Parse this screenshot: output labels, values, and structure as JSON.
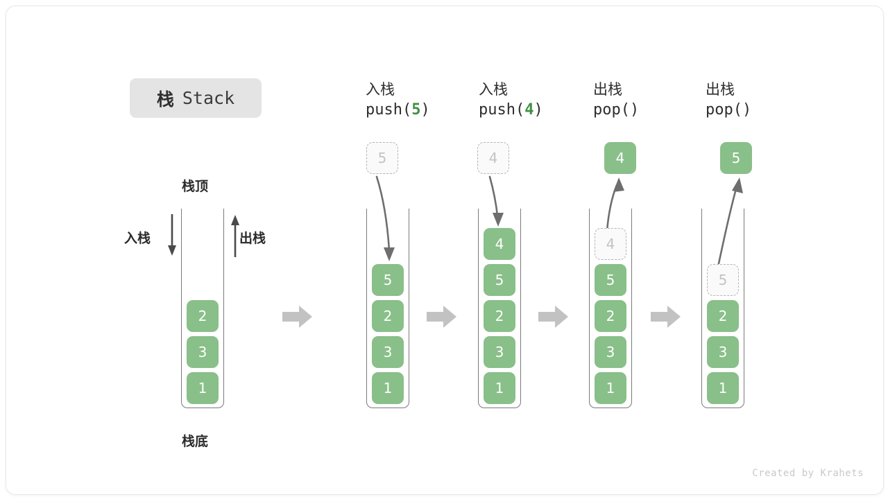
{
  "title": {
    "cn": "栈",
    "en": "Stack",
    "badge_bg": "#e4e4e4"
  },
  "labels": {
    "top": "栈顶",
    "bottom": "栈底",
    "push": "入栈",
    "pop": "出栈"
  },
  "colors": {
    "cell_fill": "#89bf89",
    "cell_text": "#ffffff",
    "ghost_fill": "#fafafa",
    "ghost_border": "#b4b4b4",
    "ghost_text": "#c3c3c3",
    "accent_green": "#3f9142",
    "arrow_grey": "#bfbfbf",
    "line_grey": "#6e6e6e",
    "container_border": "#7a7a7a"
  },
  "columns": [
    {
      "id": "initial",
      "head_line1": "",
      "head_line2": "",
      "head_arg": "",
      "cells": [
        "2",
        "3",
        "1"
      ]
    },
    {
      "id": "push-5",
      "head_line1": "入栈",
      "head_line2_prefix": "push(",
      "head_arg": "5",
      "head_line2_suffix": ")",
      "incoming_value": "5",
      "cells": [
        "5",
        "2",
        "3",
        "1"
      ]
    },
    {
      "id": "push-4",
      "head_line1": "入栈",
      "head_line2_prefix": "push(",
      "head_arg": "4",
      "head_line2_suffix": ")",
      "incoming_value": "4",
      "cells": [
        "4",
        "5",
        "2",
        "3",
        "1"
      ]
    },
    {
      "id": "pop-4",
      "head_line1": "出栈",
      "head_line2_prefix": "pop(",
      "head_arg": "",
      "head_line2_suffix": ")",
      "outgoing_value": "4",
      "ghost_value": "4",
      "cells": [
        "5",
        "2",
        "3",
        "1"
      ]
    },
    {
      "id": "pop-5",
      "head_line1": "出栈",
      "head_line2_prefix": "pop(",
      "head_arg": "",
      "head_line2_suffix": ")",
      "outgoing_value": "5",
      "ghost_value": "5",
      "cells": [
        "2",
        "3",
        "1"
      ]
    }
  ],
  "watermark": "Created by Krahets"
}
